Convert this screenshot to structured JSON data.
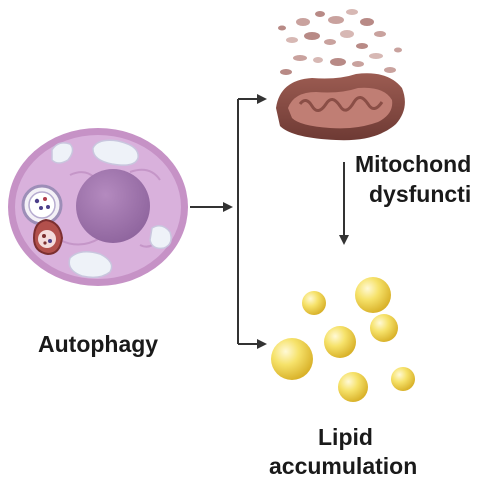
{
  "labels": {
    "autophagy": "Autophagy",
    "mito_line1": "Mitochond",
    "mito_line2": "dysfuncti",
    "lipid_line1": "Lipid",
    "lipid_line2": "accumulation"
  },
  "colors": {
    "cell_membrane": "#c692c6",
    "cell_cytoplasm": "#d9b1dc",
    "nucleus": "#a075ad",
    "vesicle": "#eef2f8",
    "mito_outer": "#8a4e46",
    "mito_inner": "#c07e74",
    "mito_fragments": "#c9a29e",
    "lipid_droplet": "#f3dc5e",
    "arrow": "#333333"
  }
}
